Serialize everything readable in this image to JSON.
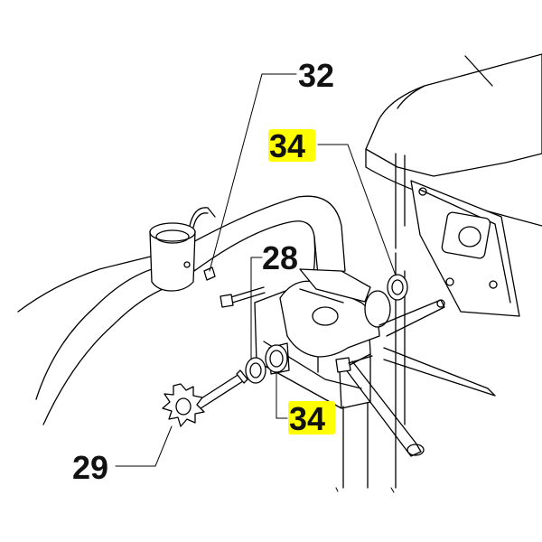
{
  "callouts": {
    "c32": {
      "label": "32",
      "highlighted": false
    },
    "c34_top": {
      "label": "34",
      "highlighted": true
    },
    "c28": {
      "label": "28",
      "highlighted": false
    },
    "c34_bottom": {
      "label": "34",
      "highlighted": true
    },
    "c29": {
      "label": "29",
      "highlighted": false
    }
  },
  "colors": {
    "highlight": "#ffff00",
    "ink": "#000000",
    "background": "#ffffff"
  }
}
